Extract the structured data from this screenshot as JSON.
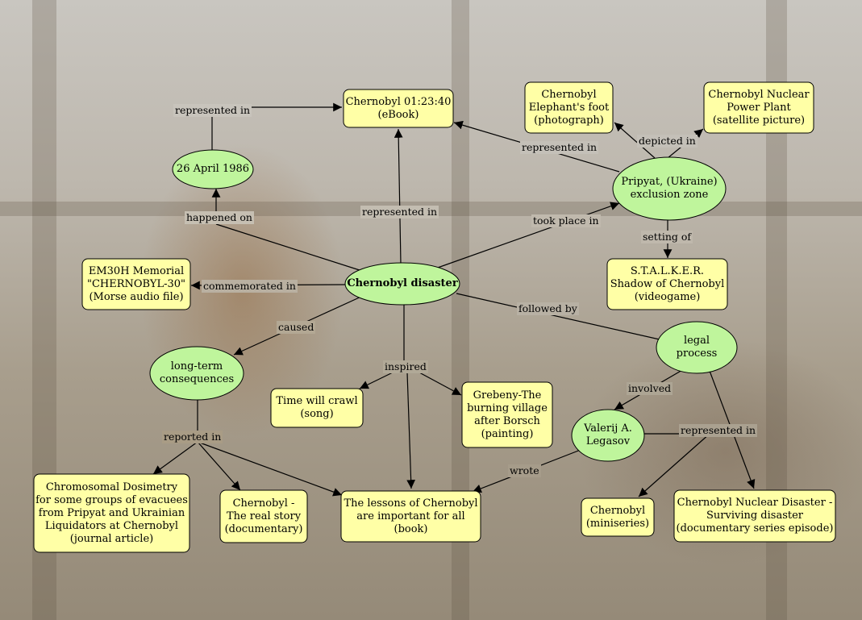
{
  "nodes": {
    "chernobyl_disaster": "Chernobyl disaster",
    "april_1986": "26 April 1986",
    "ebook": "Chernobyl 01:23:40\n(eBook)",
    "elephants_foot": "Chernobyl\nElephant's foot\n(photograph)",
    "npp_satellite": "Chernobyl Nuclear\nPower Plant\n(satellite picture)",
    "pripyat": "Pripyat, (Ukraine)\nexclusion zone",
    "stalker": "S.T.A.L.K.E.R.\nShadow of Chernobyl\n(videogame)",
    "memorial": "EM30H Memorial\n\"CHERNOBYL-30\"\n(Morse audio file)",
    "long_term": "long-term\nconsequences",
    "legal_process": "legal\nprocess",
    "time_crawl": "Time will crawl\n(song)",
    "grebeny": "Grebeny-The\nburning village\nafter Borsch\n(painting)",
    "legasov": "Valerij A.\nLegasov",
    "dosimetry": "Chromosomal Dosimetry\nfor some groups of evacuees\nfrom Pripyat and Ukrainian\nLiquidators at Chernobyl\n(journal article)",
    "real_story": "Chernobyl -\nThe real story\n(documentary)",
    "lessons": "The lessons of Chernobyl\nare important for all\n(book)",
    "miniseries": "Chernobyl\n(miniseries)",
    "surviving": "Chernobyl Nuclear Disaster -\nSurviving disaster\n(documentary series episode)"
  },
  "edge_labels": {
    "represented_in_1986": "represented in",
    "happened_on": "happened on",
    "represented_in_center": "represented in",
    "represented_in_pripyat": "represented in",
    "depicted_in": "depicted in",
    "took_place_in": "took place in",
    "setting_of": "setting of",
    "commemorated_in": "commemorated in",
    "followed_by": "followed by",
    "caused": "caused",
    "inspired": "inspired",
    "involved": "involved",
    "represented_in_legal": "represented in",
    "reported_in": "reported in",
    "wrote": "wrote"
  }
}
